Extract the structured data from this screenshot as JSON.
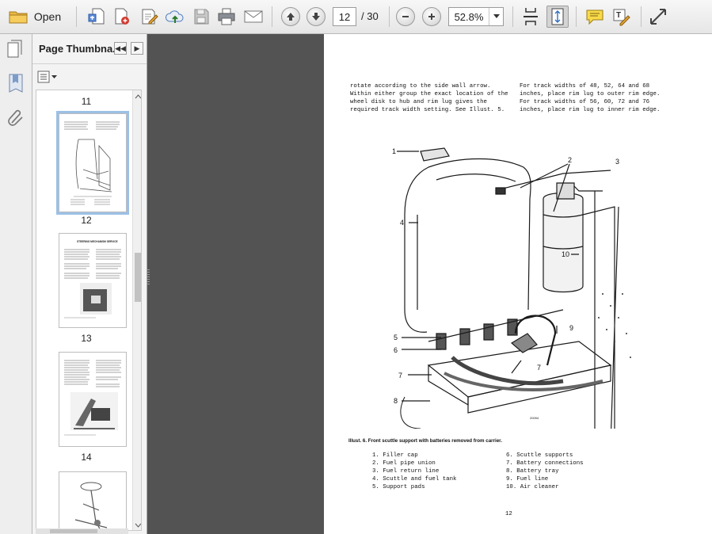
{
  "toolbar": {
    "open_label": "Open",
    "current_page": "12",
    "total_pages": "/ 30",
    "zoom": "52.8%"
  },
  "panel": {
    "title": "Page Thumbna...",
    "thumbnails": [
      {
        "label": "11"
      },
      {
        "label": "12"
      },
      {
        "label": "13"
      },
      {
        "label": "14"
      }
    ],
    "thumb13_heading": "STEERING MECHANISM SERVICE"
  },
  "document": {
    "left_column": [
      "rotate according to the side wall arrow.",
      "Within either group the exact location of the",
      "wheel disk to hub and rim lug gives the",
      "required track width setting.  See Illust. 5."
    ],
    "right_column": [
      "For track widths of 48, 52, 64 and 68",
      "inches, place rim lug to outer rim edge.",
      "For track widths of 56, 60, 72 and 76",
      "inches, place rim lug to inner rim edge."
    ],
    "callouts": [
      "1",
      "2",
      "3",
      "4",
      "5",
      "6",
      "7",
      "7",
      "8",
      "9",
      "10"
    ],
    "figure_code": "20094",
    "caption": "Illust. 6.  Front scuttle support with batteries removed from carrier.",
    "legend_left": [
      "1.  Filler cap",
      "2.  Fuel pipe union",
      "3.  Fuel return line",
      "4.  Scuttle and fuel tank",
      "5.  Support pads"
    ],
    "legend_right": [
      "6.  Scuttle supports",
      "7.  Battery connections",
      "8.  Battery tray",
      "9.  Fuel line",
      "10.  Air cleaner"
    ],
    "page_number": "12"
  }
}
